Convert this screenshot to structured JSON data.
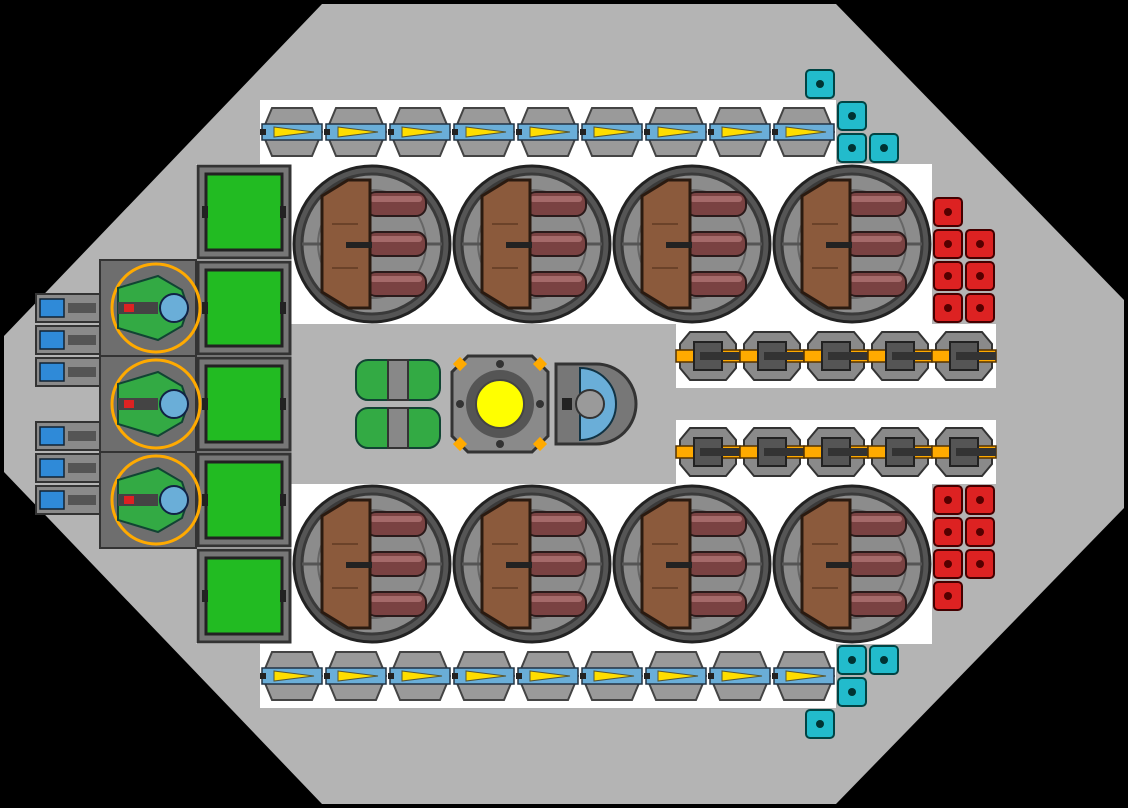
{
  "colors": {
    "background": "#000000",
    "hull": "#b4b4b4",
    "deck": "#ffffff",
    "storage_green": "#22bb22",
    "gyro_orange": "#ffaa00",
    "pellet_yellow": "#ffdd00",
    "turret_brown": "#8b5a3c",
    "barrel_maroon": "#7a4242",
    "thruster_green": "#33aa44",
    "shield_blue": "#6aaed8",
    "power_cyan": "#22bbcc",
    "ammo_red": "#dd2222",
    "battery_blue": "#2f8ad8",
    "core_yellow": "#ffff00"
  },
  "ship": {
    "turrets": {
      "count": 8,
      "barrels_per_turret": 3
    },
    "laser_rails": {
      "count": 18
    },
    "railguns": {
      "count": 10
    },
    "storage_tanks": {
      "count": 5
    },
    "thrusters": {
      "count": 3
    },
    "batteries": {
      "count": 6
    },
    "power_nodes": {
      "count": 8
    },
    "ammo_crates": {
      "count": 14
    },
    "core": {
      "count": 1
    }
  }
}
